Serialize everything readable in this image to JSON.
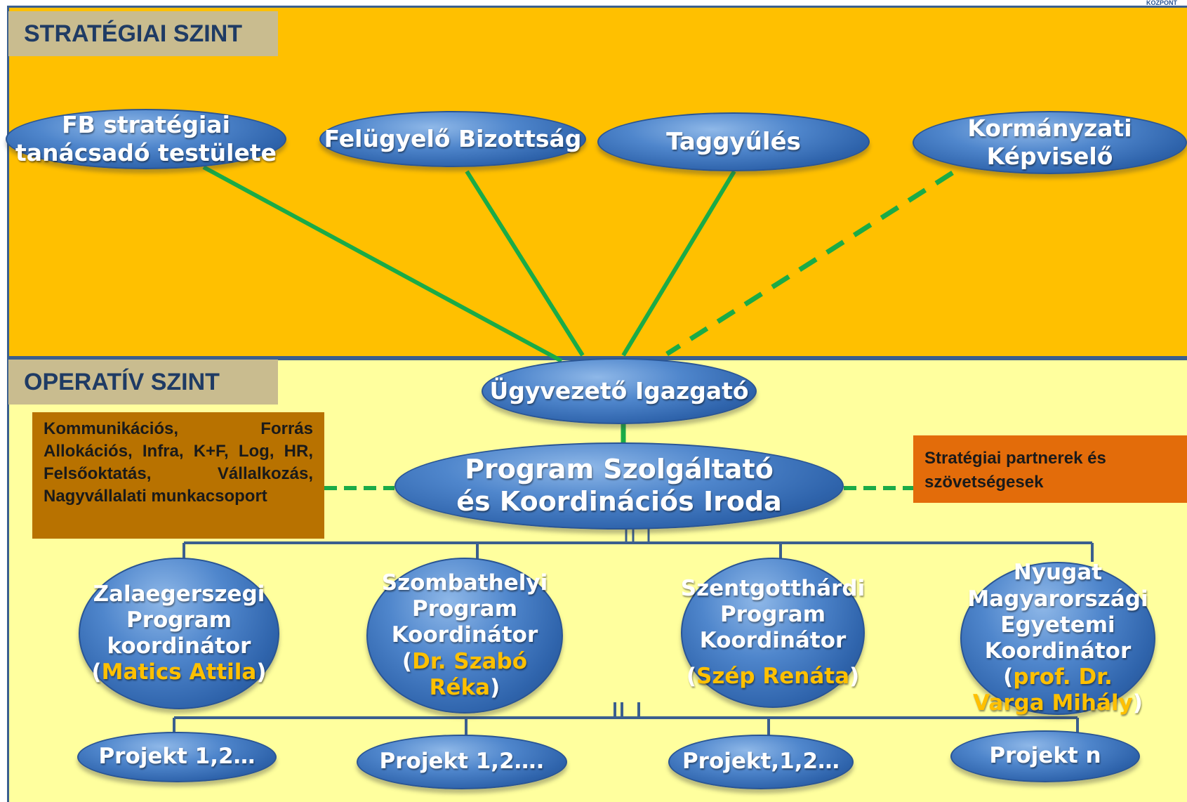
{
  "strategic_level": {
    "label": "STRATÉGIAI SZINT",
    "nodes": [
      {
        "lines": [
          "FB stratégiai",
          "tanácsadó testülete"
        ]
      },
      {
        "lines": [
          "Felügyelő Bizottság"
        ]
      },
      {
        "lines": [
          "Taggyűlés"
        ]
      },
      {
        "lines": [
          "Kormányzati",
          "Képviselő"
        ]
      }
    ]
  },
  "operative_level": {
    "label": "OPERATÍV SZINT",
    "director": "Ügyvezető Igazgató",
    "office": {
      "lines": [
        "Program Szolgáltató",
        "és Koordinációs Iroda"
      ]
    },
    "workgroups_text": "Kommunikációs, Forrás Allokációs, Infra, K+F, Log, HR, Felsőoktatás, Vállalkozás, Nagyvállalati munkacsoport",
    "partners_text": "Stratégiai partnerek és szövetségesek",
    "coordinators": [
      {
        "lines": [
          "Zalaegerszegi",
          "Program",
          "koordinátor"
        ],
        "person": "Matics Attila"
      },
      {
        "lines": [
          "Szombathelyi",
          "Program",
          "Koordinátor"
        ],
        "person": "Dr. Szabó Réka"
      },
      {
        "lines": [
          "Szentgotthárdi",
          "Program",
          "Koordinátor"
        ],
        "person": "Szép Renáta"
      },
      {
        "lines": [
          "Nyugat",
          "Magyarországi",
          "Egyetemi",
          "Koordinátor"
        ],
        "person": "prof. Dr. Varga Mihály"
      }
    ],
    "projects": [
      "Projekt 1,2…",
      "Projekt 1,2….",
      "Projekt,1,2…",
      "Projekt n"
    ]
  },
  "logo_text": "KÖZPONT",
  "colors": {
    "strategic_bg": "#ffc000",
    "operative_bg": "#ffff9e",
    "node_blue": "#2f64ac",
    "connector_green": "#1aab47",
    "connector_blue": "#3b5f8e",
    "highlight_text": "#ffc000"
  }
}
